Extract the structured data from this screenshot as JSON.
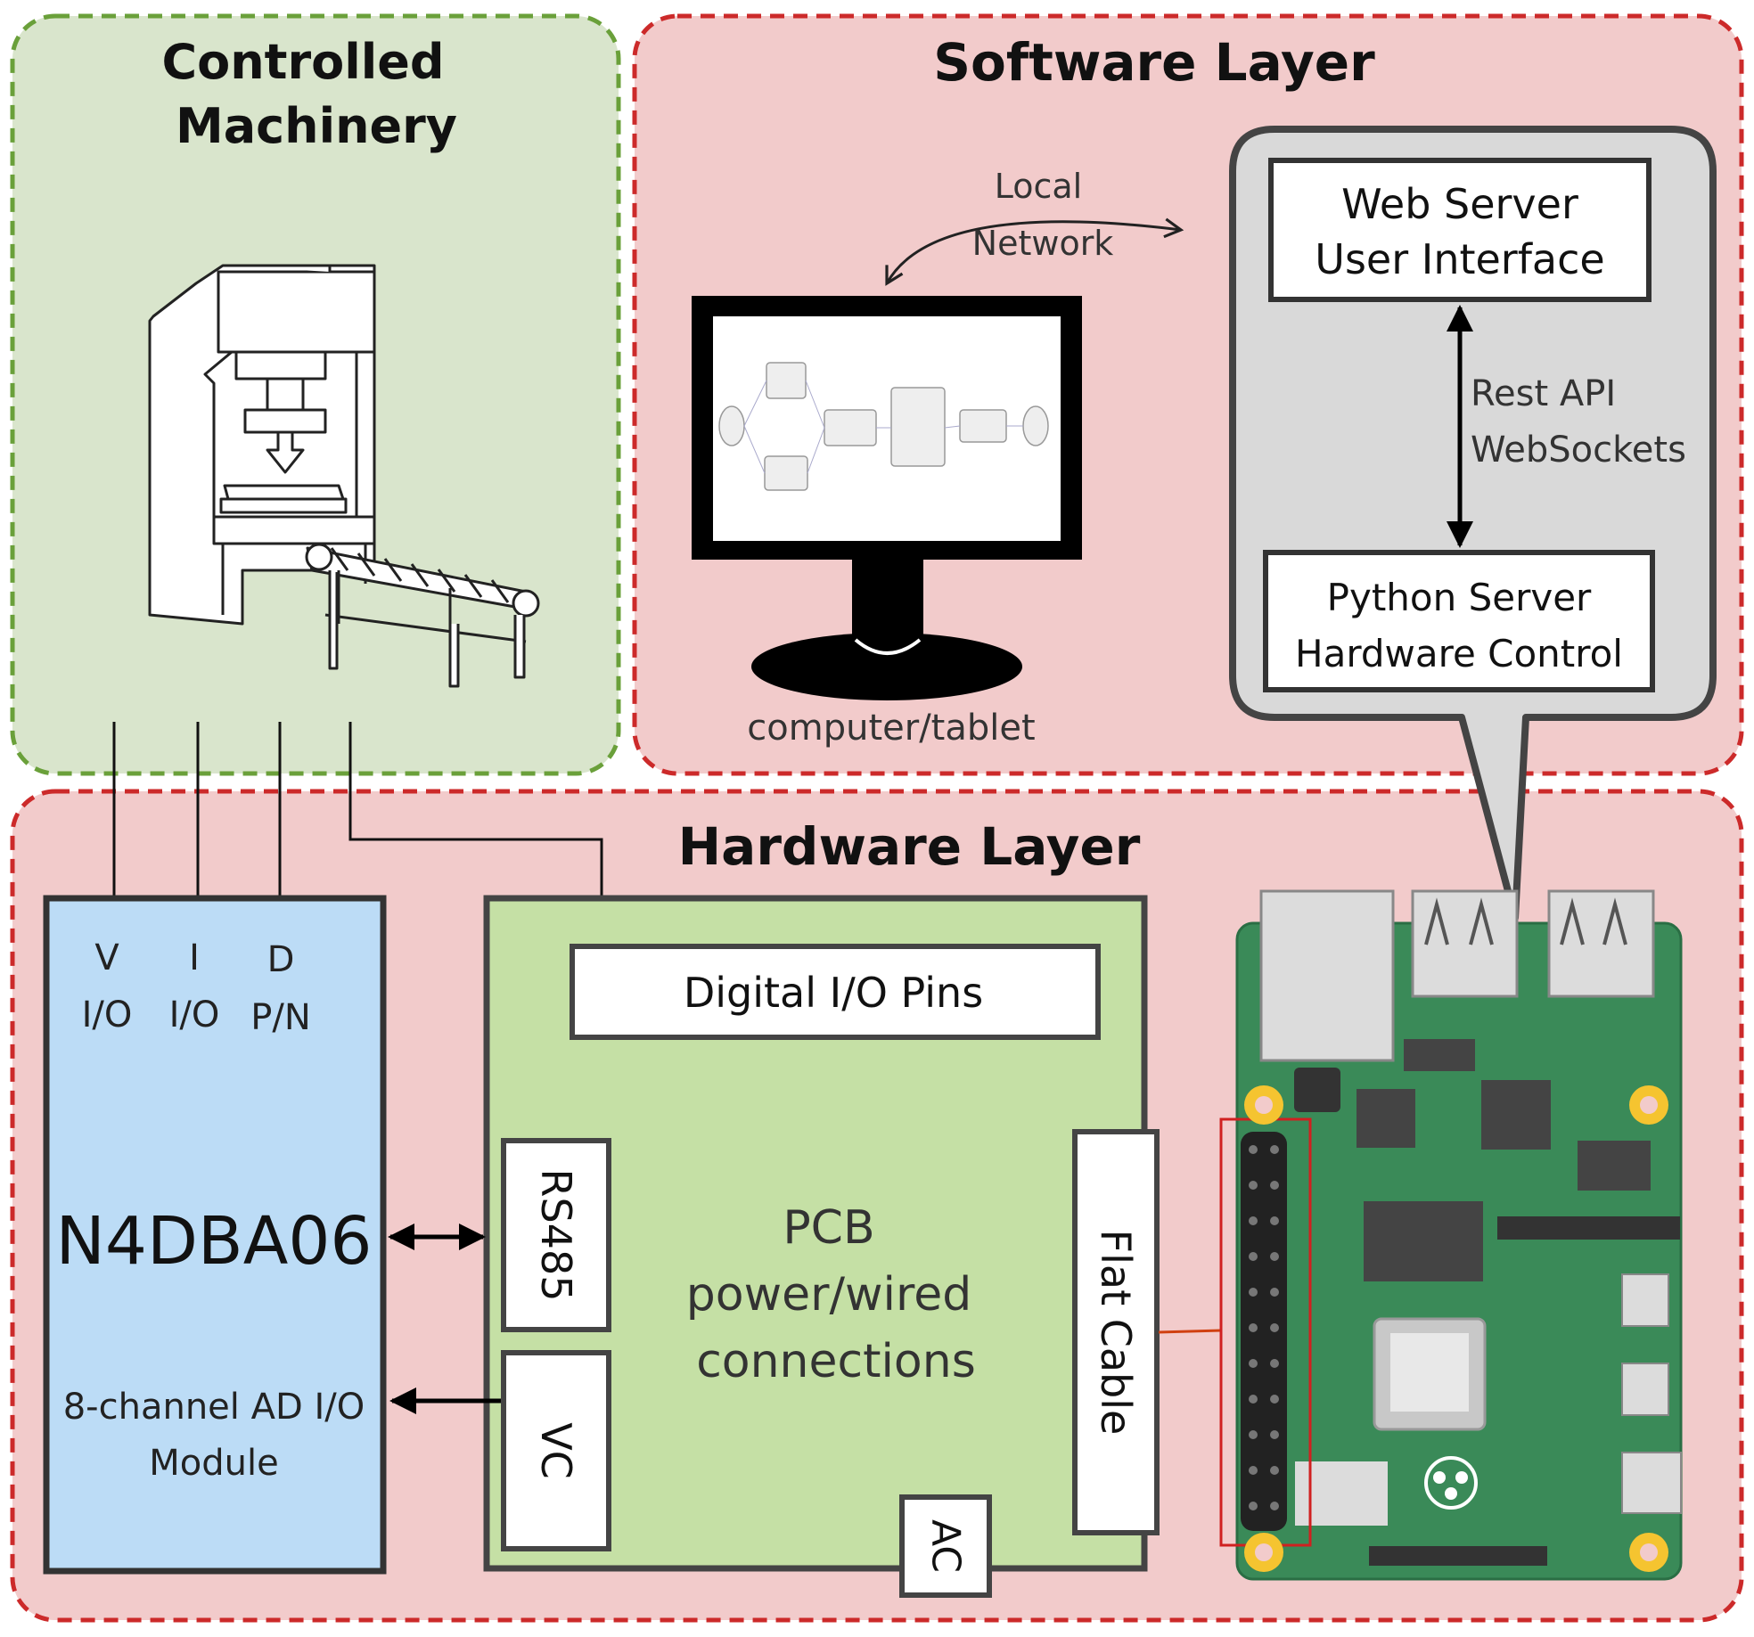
{
  "regions": {
    "machinery": {
      "title_line1": "Controlled",
      "title_line2": "Machinery"
    },
    "software": {
      "title": "Software Layer"
    },
    "hardware": {
      "title": "Hardware Layer"
    }
  },
  "software": {
    "network_line1": "Local",
    "network_line2": "Network",
    "computer_label": "computer/tablet",
    "web_server_line1": "Web Server",
    "web_server_line2": "User Interface",
    "api_line1": "Rest API",
    "api_line2": "WebSockets",
    "python_line1": "Python Server",
    "python_line2": "Hardware Control"
  },
  "hardware": {
    "module_pins": [
      {
        "top": "V",
        "bottom": "I/O"
      },
      {
        "top": "I",
        "bottom": "I/O"
      },
      {
        "top": "D",
        "bottom": "P/N"
      }
    ],
    "module_name": "N4DBA06",
    "module_desc_line1": "8-channel AD I/O",
    "module_desc_line2": "Module",
    "digital_pins": "Digital I/O Pins",
    "rs485": "RS485",
    "vc": "VC",
    "ac": "AC",
    "flat_cable": "Flat Cable",
    "pcb_line1": "PCB",
    "pcb_line2": "power/wired",
    "pcb_line3": "connections"
  },
  "colors": {
    "machinery_fill": "#d9e5cc",
    "machinery_border": "#6aa03a",
    "layer_fill": "#f2cbcb",
    "layer_border": "#cc2a2a",
    "module_fill": "#bcdcf6",
    "pcb_fill": "#c5e0a5",
    "bubble_fill": "#d9d9d9",
    "board_fill": "#3a8a58",
    "mount_hole": "#f5c430"
  }
}
